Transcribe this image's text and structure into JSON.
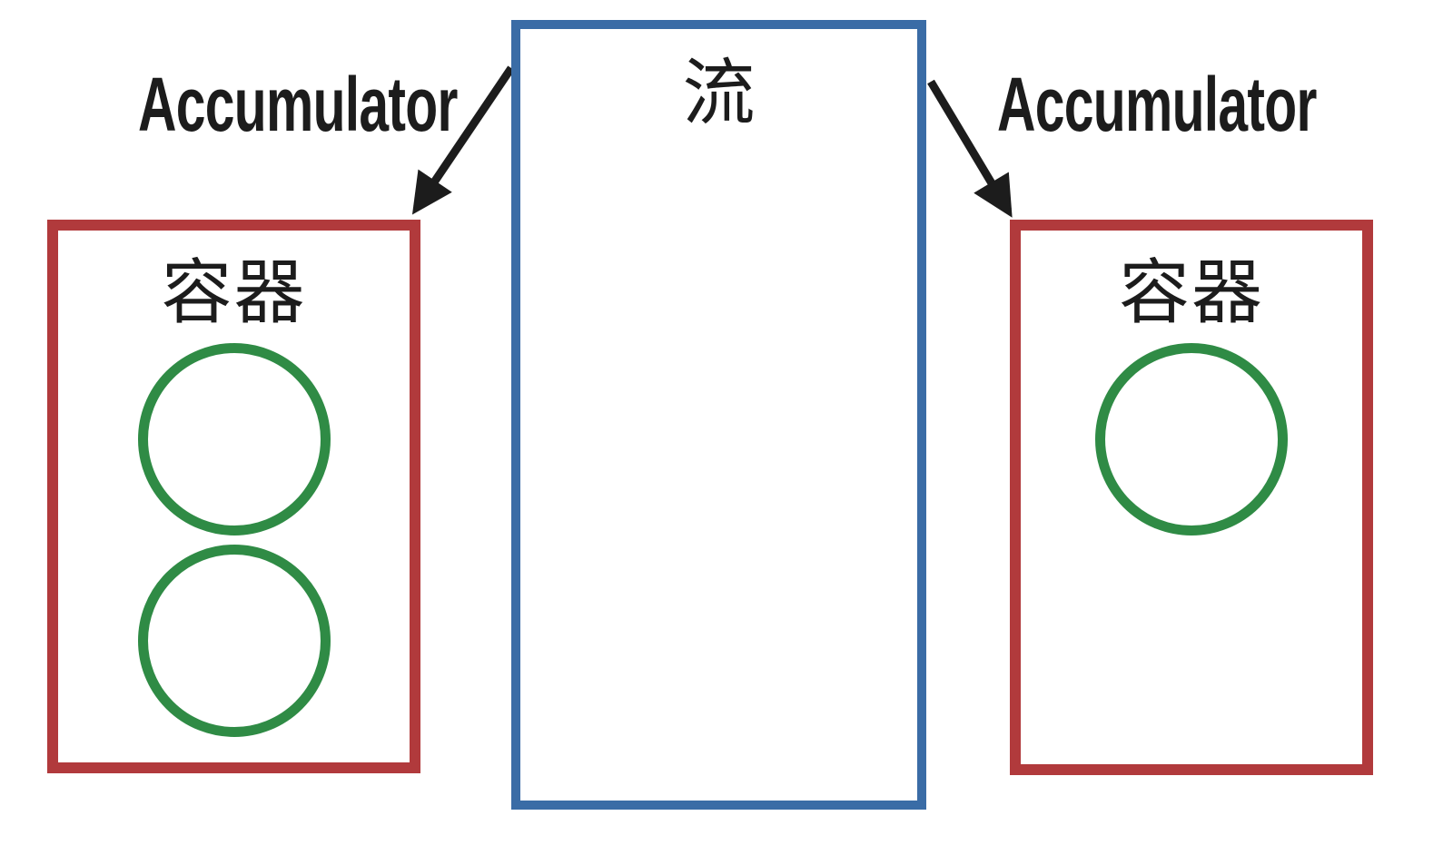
{
  "diagram": {
    "stream_box": {
      "label": "流"
    },
    "left_container": {
      "label": "容器",
      "circle_count": 2
    },
    "right_container": {
      "label": "容器",
      "circle_count": 1
    },
    "left_arrow_label": "Accumulator",
    "right_arrow_label": "Accumulator"
  },
  "colors": {
    "stream_border": "#3a6ca6",
    "container_border": "#b13a3c",
    "circle_stroke": "#2f8b45",
    "ink": "#1c1c1c"
  }
}
